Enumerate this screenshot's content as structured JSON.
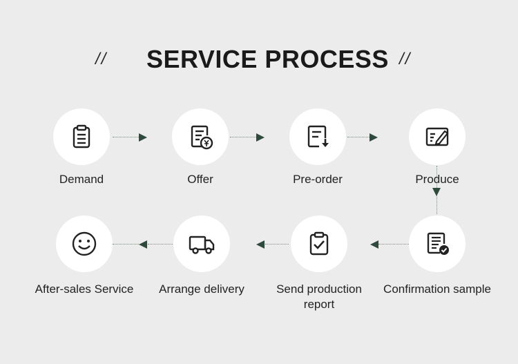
{
  "header": {
    "title": "SERVICE PROCESS",
    "left_decoration": "//",
    "right_decoration": "//"
  },
  "steps": [
    {
      "label": "Demand",
      "icon": "clipboard-icon"
    },
    {
      "label": "Offer",
      "icon": "invoice-yen-icon"
    },
    {
      "label": "Pre-order",
      "icon": "document-download-icon"
    },
    {
      "label": "Produce",
      "icon": "pencil-form-icon"
    },
    {
      "label": "Confirmation sample",
      "icon": "checklist-approved-icon"
    },
    {
      "label": "Send production report",
      "icon": "clipboard-check-icon"
    },
    {
      "label": "Arrange delivery",
      "icon": "truck-icon"
    },
    {
      "label": "After-sales Service",
      "icon": "smiley-icon"
    }
  ],
  "colors": {
    "background": "#ececec",
    "circle": "#ffffff",
    "arrow": "#2f4a3d",
    "icon": "#222222"
  }
}
